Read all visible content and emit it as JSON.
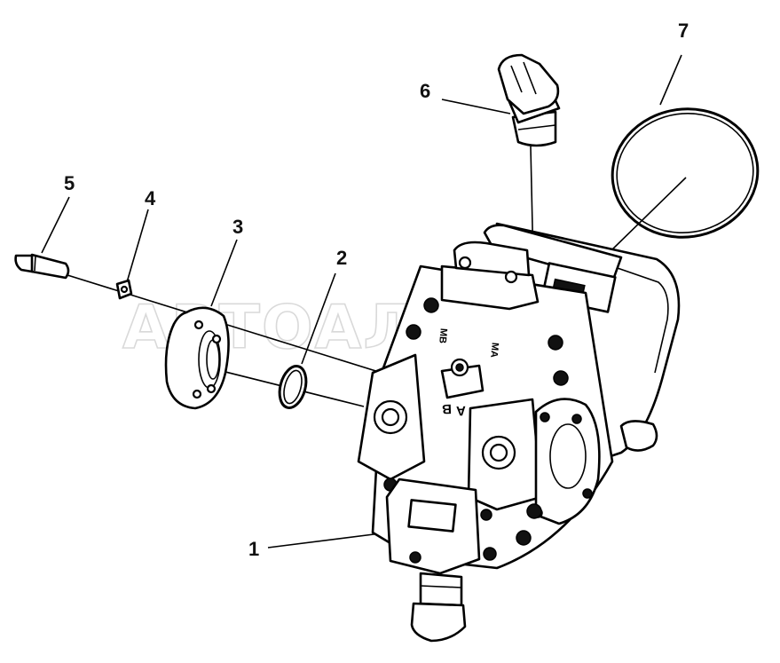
{
  "diagram": {
    "watermark": "АВТОАЛЬЯНС",
    "callouts": [
      {
        "id": "1",
        "label": "1"
      },
      {
        "id": "2",
        "label": "2"
      },
      {
        "id": "3",
        "label": "3"
      },
      {
        "id": "4",
        "label": "4"
      },
      {
        "id": "5",
        "label": "5"
      },
      {
        "id": "6",
        "label": "6"
      },
      {
        "id": "7",
        "label": "7"
      }
    ],
    "markings": {
      "port_a": "A",
      "port_b": "B",
      "port_ma": "MA",
      "port_mb": "MB"
    }
  }
}
